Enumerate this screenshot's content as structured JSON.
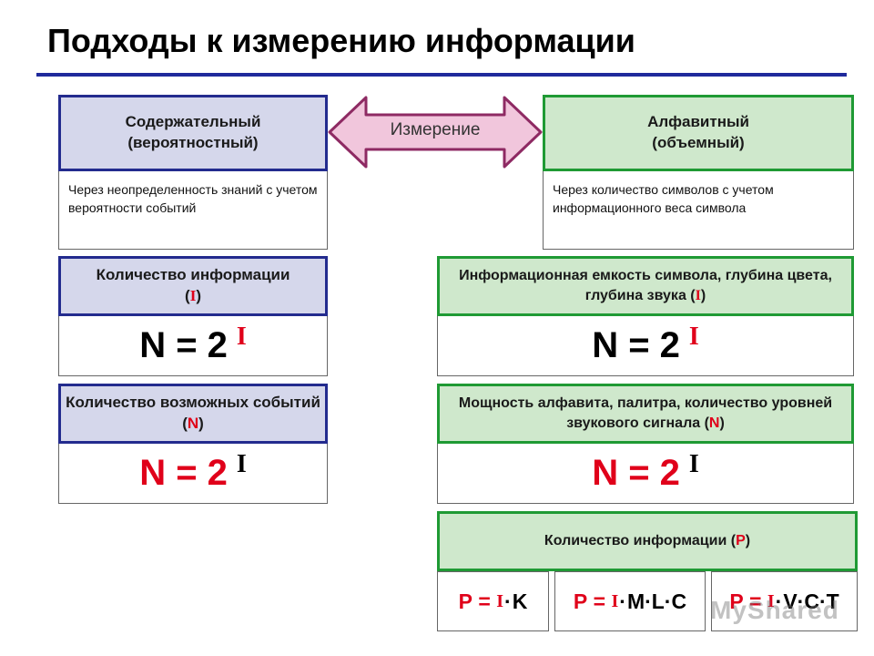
{
  "title": "Подходы к измерению информации",
  "left": {
    "header_line1": "Содержательный",
    "header_line2": "(вероятностный)",
    "description": "Через неопределенность знаний с учетом вероятности событий",
    "block1": {
      "label_main": "Количество информации",
      "label_var": "I",
      "formula_base": "N = 2",
      "formula_exp": "I"
    },
    "block2": {
      "label_main": "Количество возможных событий",
      "label_var": "N",
      "formula_base": "N = 2",
      "formula_exp": "I"
    }
  },
  "arrow": {
    "label": "Измерение"
  },
  "right": {
    "header_line1": "Алфавитный",
    "header_line2": "(объемный)",
    "description": "Через количество символов с учетом информационного веса символа",
    "block1": {
      "label_main": "Информационная емкость символа, глубина цвета, глубина звука",
      "label_var": "I",
      "formula_base": "N = 2",
      "formula_exp": "I"
    },
    "block2": {
      "label_main": "Мощность алфавита, палитра, количество уровней звукового сигнала",
      "label_var": "N",
      "formula_base": "N = 2",
      "formula_exp": "I"
    },
    "block3": {
      "label_main": "Количество информации",
      "label_var": "P",
      "formulas": [
        {
          "p": "P",
          "eq": " = ",
          "i": "I",
          "rest": "K"
        },
        {
          "p": "P",
          "eq": " = ",
          "i": "I",
          "rest": "M·L·C"
        },
        {
          "p": "P",
          "eq": " = ",
          "i": "I",
          "rest": "V·C·T"
        }
      ]
    }
  },
  "watermark": "MyShared",
  "colors": {
    "blue_border": "#232b8e",
    "blue_fill": "#d5d7eb",
    "green_border": "#1f9a34",
    "green_fill": "#cfe8cc",
    "accent_red": "#e0001a",
    "arrow_border": "#8e2a63",
    "arrow_fill": "#f1c6dc"
  }
}
